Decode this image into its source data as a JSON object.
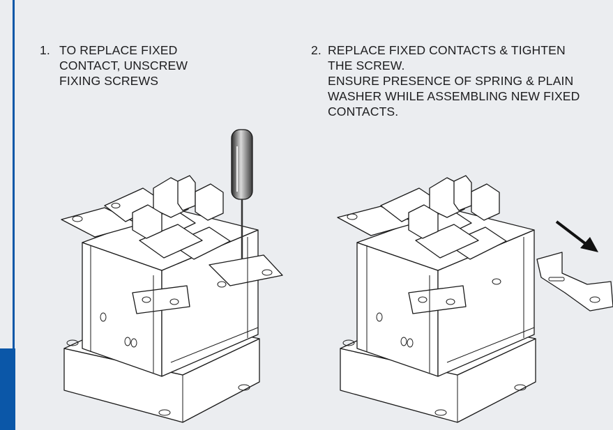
{
  "colors": {
    "accent_bar": "#0b57a8",
    "background": "#ebedf0",
    "text": "#1d1d1f"
  },
  "steps": [
    {
      "number": "1.",
      "lines": [
        "TO REPLACE FIXED",
        "CONTACT, UNSCREW",
        "FIXING SCREWS"
      ]
    },
    {
      "number": "2.",
      "lines": [
        "REPLACE FIXED CONTACTS & TIGHTEN",
        "THE SCREW.",
        "ENSURE PRESENCE OF SPRING & PLAIN",
        "WASHER WHILE ASSEMBLING NEW FIXED",
        "CONTACTS."
      ]
    }
  ],
  "figures": {
    "step1": {
      "icon": "switch-assembly-with-screwdriver-icon"
    },
    "step2": {
      "icon": "switch-assembly-contact-removed-icon",
      "arrow": "arrow-down-right-icon"
    }
  }
}
